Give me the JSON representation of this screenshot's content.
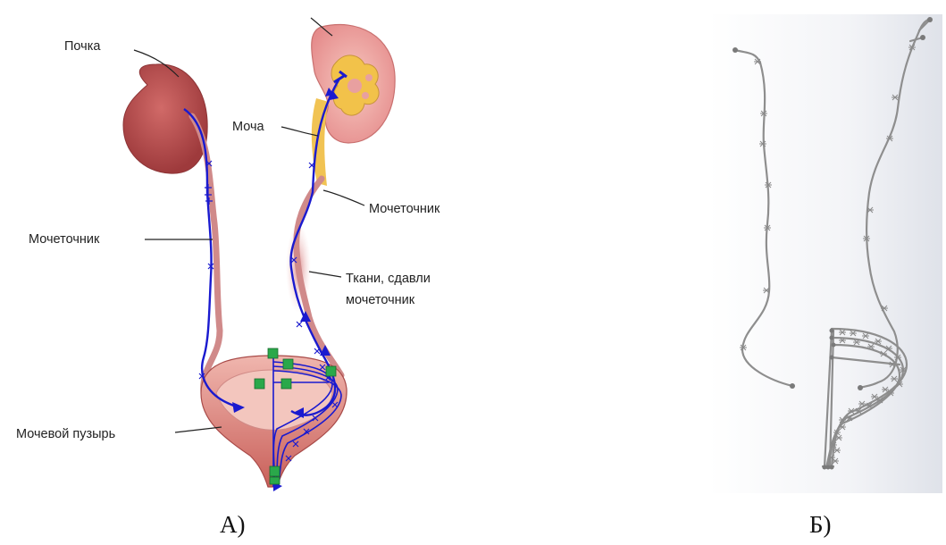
{
  "figure": {
    "panel_a": {
      "caption": "А)",
      "labels": {
        "kidney": "Почка",
        "urine": "Моча",
        "ureter_left": "Мочеточник",
        "ureter_right": "Мочеточник",
        "tissue_line1": "Ткани, сдавли",
        "tissue_line2": "мочеточник",
        "bladder": "Мочевой пузырь"
      }
    },
    "panel_b": {
      "caption": "Б)"
    }
  },
  "colors": {
    "kidney": "#b84a4c",
    "kidney_section": "#e8a0a0",
    "urine": "#f0c04a",
    "ureter": "#d08a8a",
    "bladder": "#d37d78",
    "spline": "#1a1acf",
    "control_point": "#2aa84a",
    "model_curve": "#8e8e8e"
  }
}
